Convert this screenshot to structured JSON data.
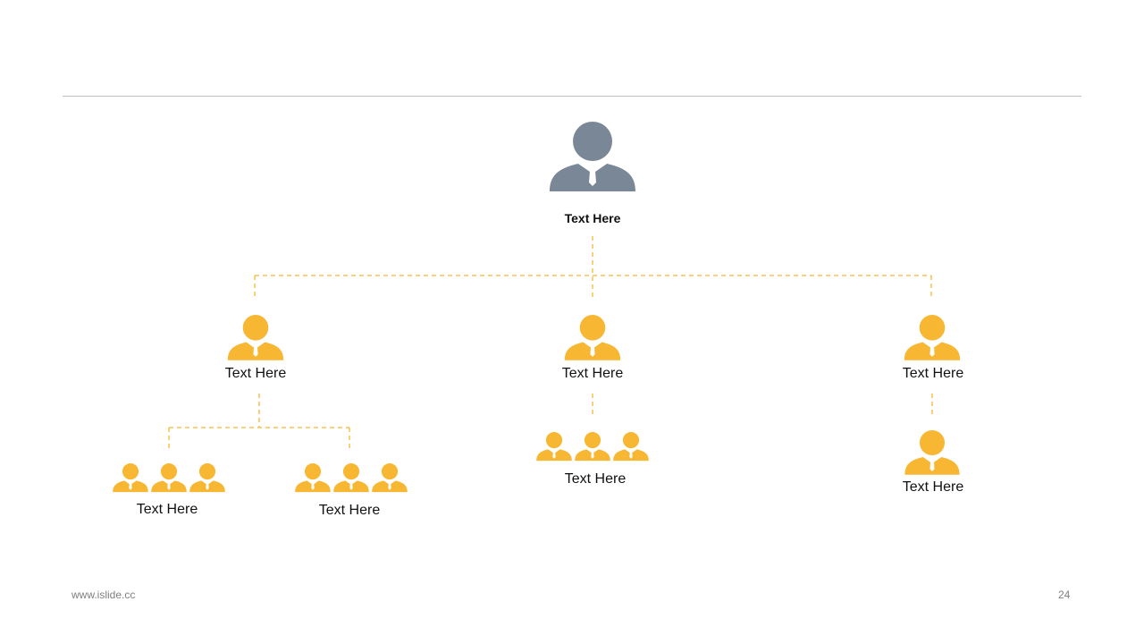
{
  "colors": {
    "root": "#7a8796",
    "node": "#f7b733",
    "line": "#f7b733",
    "rule": "#bfbfbf"
  },
  "root": {
    "label": "Text Here"
  },
  "level1": [
    {
      "label": "Text Here"
    },
    {
      "label": "Text Here"
    },
    {
      "label": "Text Here"
    }
  ],
  "level2": [
    {
      "label": "Text Here"
    },
    {
      "label": "Text Here"
    },
    {
      "label": "Text Here"
    },
    {
      "label": "Text Here"
    }
  ],
  "footer": {
    "website": "www.islide.cc",
    "page_number": "24"
  }
}
